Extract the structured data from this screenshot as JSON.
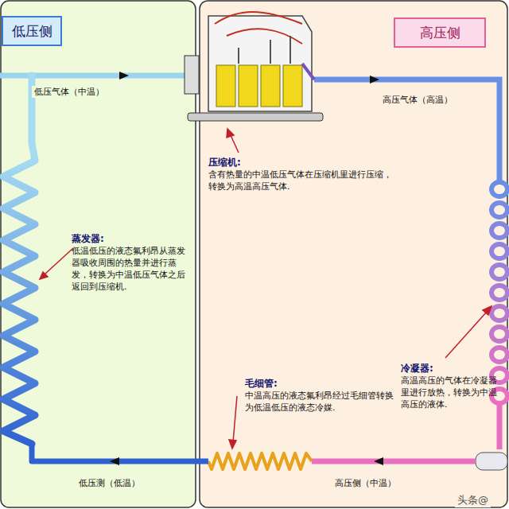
{
  "diagram": {
    "nodes": [
      {
        "text": [
          "低压侧"
        ]
      },
      {
        "text": [
          "高压侧"
        ]
      },
      {
        "text": [
          "压缩机:",
          "含有热量的中温低压气体在压缩机里进行压缩，转换为高温高压气体."
        ],
        "in": 1
      },
      {
        "text": [
          "蒸发器:",
          "低温低压的液态氟利昂从蒸发器吸收周围的热量并进行蒸发，转换为中温低压气体之后返回到压缩机."
        ],
        "in": 0
      },
      {
        "text": [
          "毛细管:",
          "中温高压的液态氟利昂经过毛细管转换为低温低压的液态冷媒."
        ],
        "in": 1
      },
      {
        "text": [
          "冷凝器:",
          "高温高压的气体在冷凝器里进行放热，转换为中温高压的液体."
        ],
        "in": 1
      }
    ],
    "labels": [
      "低压气体（中温）",
      "高压气体（高温）",
      "低压测（低温）",
      "高压侧（中温）",
      "头条@"
    ]
  }
}
